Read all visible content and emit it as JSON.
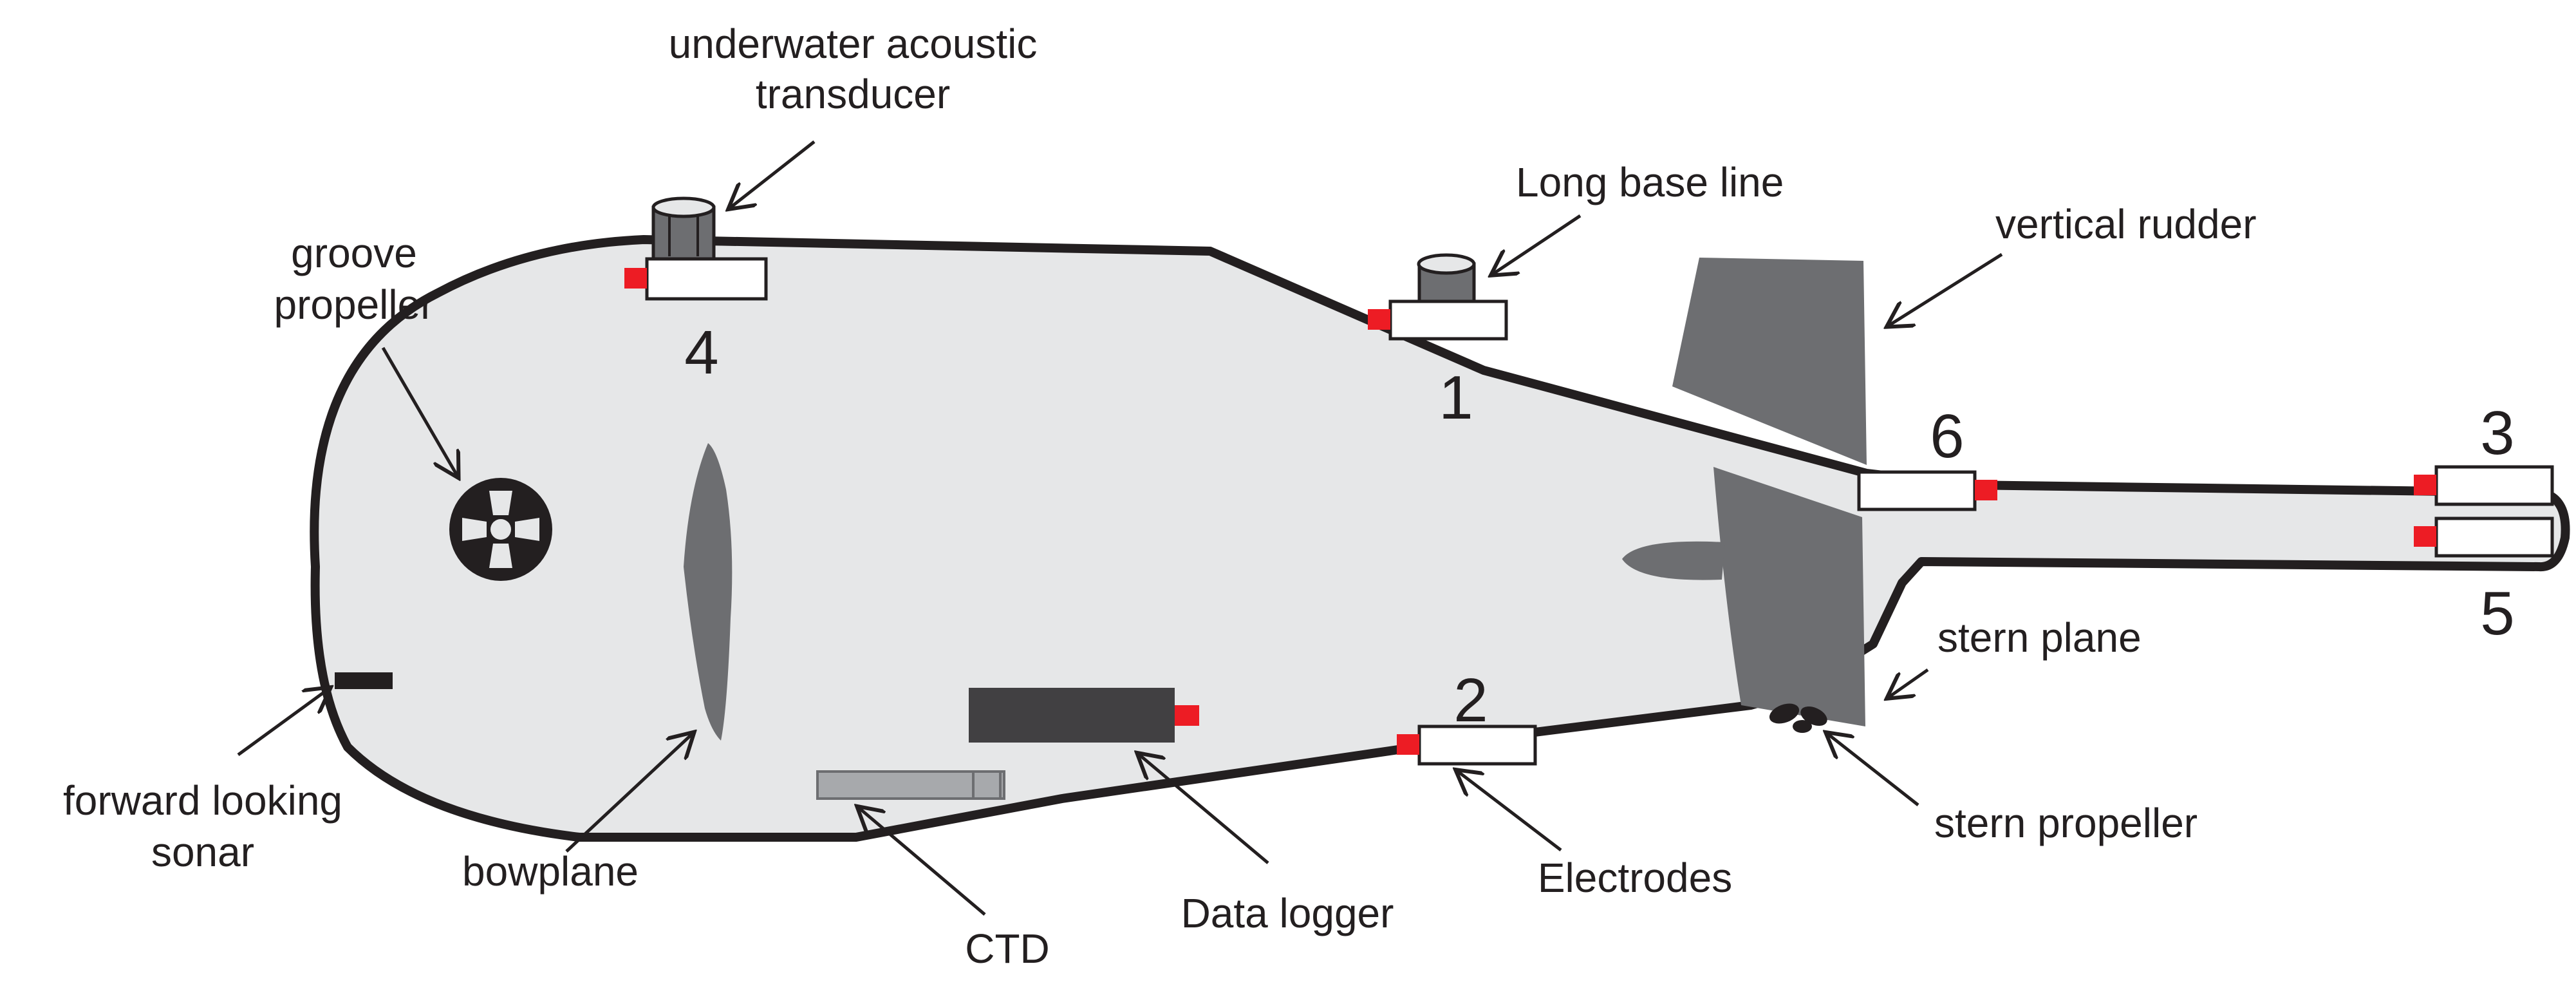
{
  "labels": {
    "underwater_acoustic_transducer": [
      "underwater acoustic",
      "transducer"
    ],
    "groove_propeller": [
      "groove",
      "propeller"
    ],
    "long_base_line": "Long base line",
    "vertical_rudder": "vertical rudder",
    "stern_plane": "stern plane",
    "stern_propeller": "stern propeller",
    "forward_looking_sonar": [
      "forward looking",
      "sonar"
    ],
    "bowplane": "bowplane",
    "ctd": "CTD",
    "data_logger": "Data logger",
    "electrodes": "Electrodes"
  },
  "electrode_numbers": {
    "n1": "1",
    "n2": "2",
    "n3": "3",
    "n4": "4",
    "n5": "5",
    "n6": "6"
  },
  "colors": {
    "hull_fill": "#e6e7e8",
    "outline": "#231f20",
    "fin": "#6d6e71",
    "logger": "#414042",
    "ctd": "#a7a9ac",
    "electrode_marker": "#ed1c24",
    "sensor_box": "#ffffff"
  }
}
